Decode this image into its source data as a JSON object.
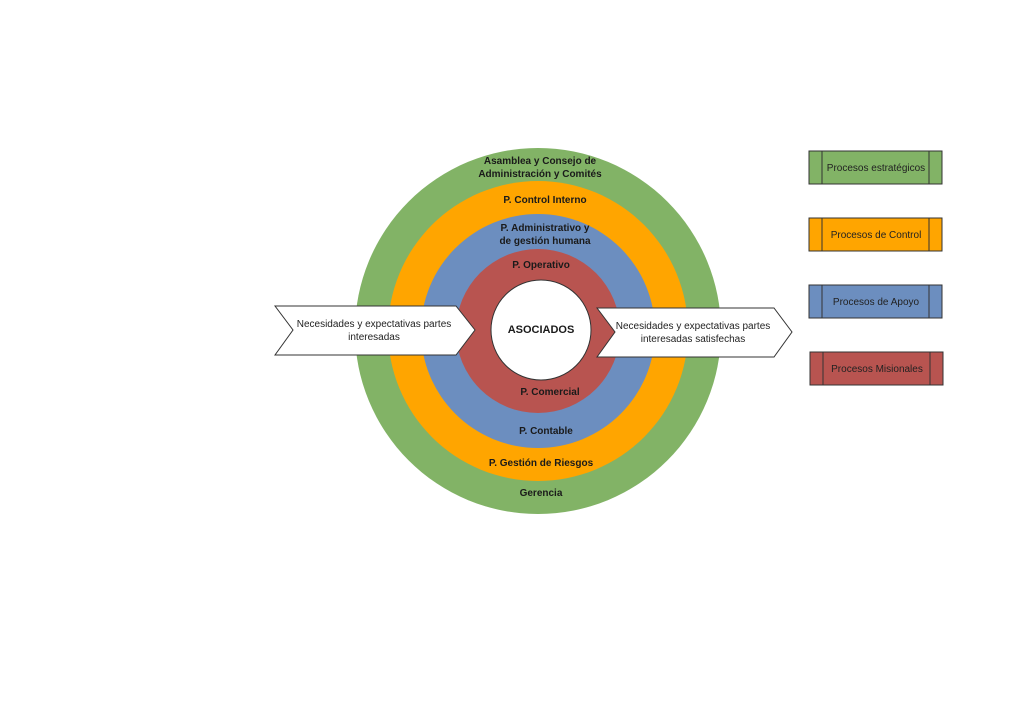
{
  "colors": {
    "strategic": "#82b366",
    "control": "#ffa500",
    "support": "#6c8ebf",
    "mission": "#b85450",
    "center": "#ffffff"
  },
  "rings": {
    "strategic": {
      "top_line1": "Asamblea y Consejo de",
      "top_line2": "Administración y Comités",
      "bottom": "Gerencia"
    },
    "control": {
      "top": "P. Control Interno",
      "bottom": "P. Gestión de Riesgos"
    },
    "support": {
      "top_line1": "P. Administrativo y",
      "top_line2": "de gestión humana",
      "bottom": "P. Contable"
    },
    "mission": {
      "top": "P. Operativo",
      "bottom": "P. Comercial"
    },
    "center": "ASOCIADOS"
  },
  "arrows": {
    "input": {
      "line1": "Necesidades y expectativas partes",
      "line2": "interesadas"
    },
    "output": {
      "line1": "Necesidades y expectativas partes",
      "line2": "interesadas satisfechas"
    }
  },
  "legend": [
    {
      "label": "Procesos estratégicos",
      "color": "#82b366"
    },
    {
      "label": "Procesos de Control",
      "color": "#ffa500"
    },
    {
      "label": "Procesos de Apoyo",
      "color": "#6c8ebf"
    },
    {
      "label": "Procesos Misionales",
      "color": "#b85450"
    }
  ]
}
